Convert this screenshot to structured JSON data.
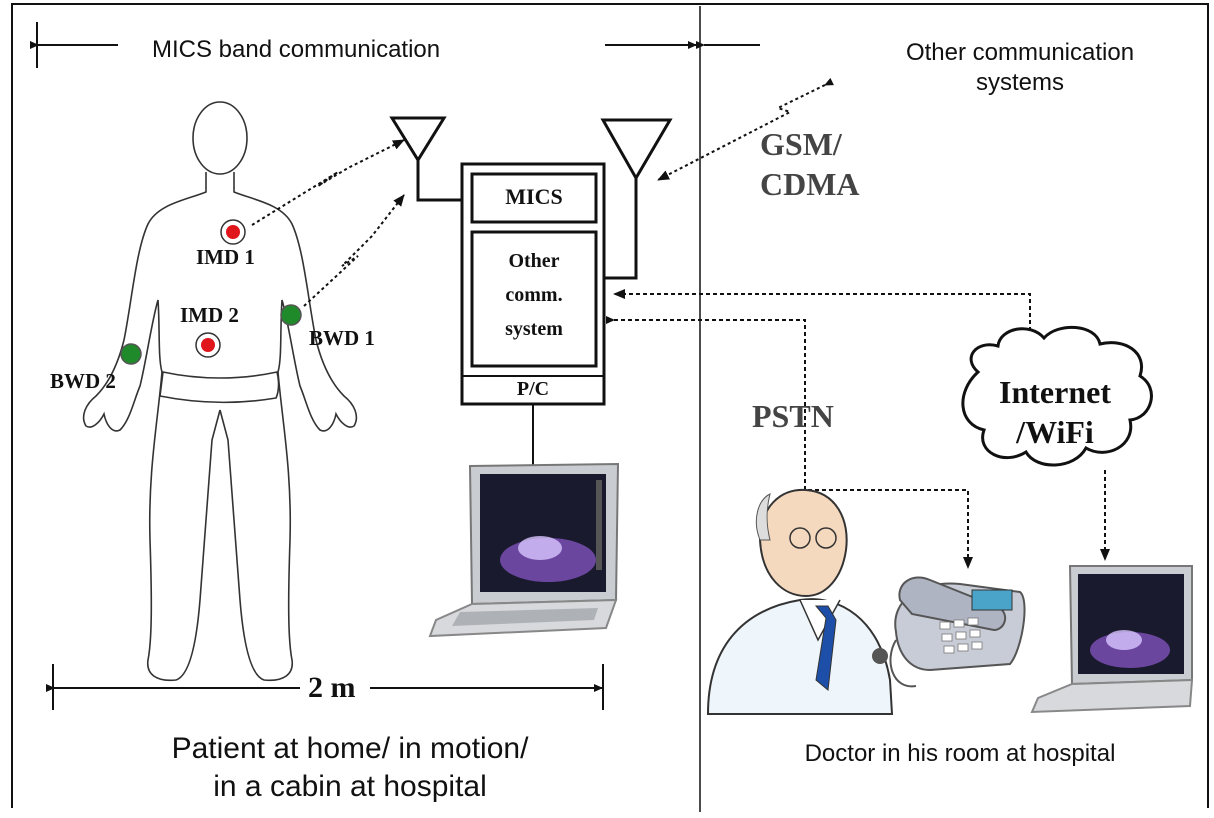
{
  "header": {
    "mics_band": "MICS band communication",
    "other_systems_line1": "Other communication",
    "other_systems_line2": "systems"
  },
  "patient": {
    "imd1": "IMD 1",
    "imd2": "IMD 2",
    "bwd1": "BWD 1",
    "bwd2": "BWD 2"
  },
  "device": {
    "mics": "MICS",
    "other_line1": "Other",
    "other_line2": "comm.",
    "other_line3": "system",
    "pc": "P/C"
  },
  "links": {
    "gsm": "GSM/",
    "cdma": "CDMA",
    "pstn": "PSTN",
    "internet": "Internet",
    "wifi": "/WiFi"
  },
  "distance": "2 m",
  "footer": {
    "patient_line1": "Patient at home/ in motion/",
    "patient_line2": "in a cabin at hospital",
    "doctor": "Doctor in his room at hospital"
  },
  "colors": {
    "implant": "#e0161b",
    "wearable": "#1f8a2a",
    "line": "#111111"
  }
}
